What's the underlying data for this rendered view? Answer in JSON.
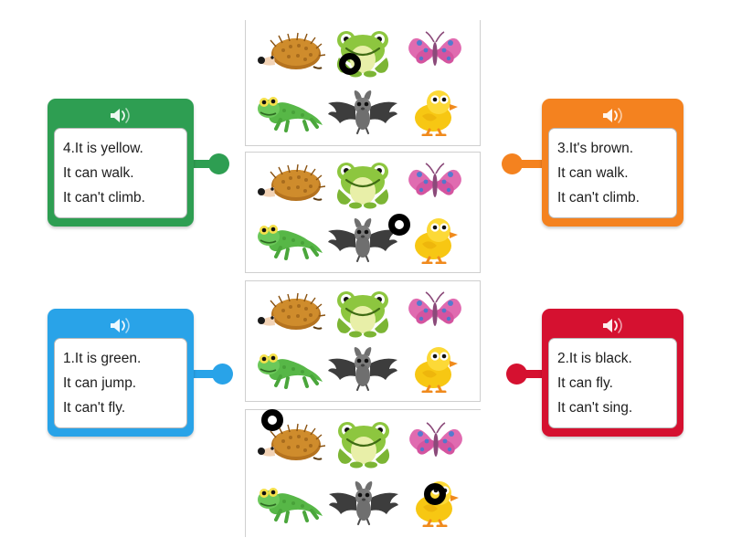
{
  "activity": {
    "type": "matching-pairs",
    "background_color": "#ffffff"
  },
  "cards": [
    {
      "id": "card-green",
      "color_name": "green",
      "color": "#2e9e52",
      "icon": "speaker-icon",
      "lines": [
        "4.It is yellow.",
        "It can walk.",
        "It can't climb."
      ],
      "side": "left",
      "connector": "connector-green"
    },
    {
      "id": "card-orange",
      "color_name": "orange",
      "color": "#f4821f",
      "icon": "speaker-icon",
      "lines": [
        "3.It's brown.",
        "It can walk.",
        "It can't climb."
      ],
      "side": "right",
      "connector": "connector-orange"
    },
    {
      "id": "card-blue",
      "color_name": "blue",
      "color": "#29a3e8",
      "icon": "speaker-icon",
      "lines": [
        "1.It is green.",
        "It can jump.",
        "It can't fly."
      ],
      "side": "left",
      "connector": "connector-blue"
    },
    {
      "id": "card-red",
      "color_name": "red",
      "color": "#d51130",
      "icon": "speaker-icon",
      "lines": [
        "2.It is black.",
        "It can fly.",
        "It can't sing."
      ],
      "side": "right",
      "connector": "connector-red"
    }
  ],
  "panels": [
    {
      "id": "panel-1",
      "animals": [
        "hedgehog",
        "frog",
        "butterfly",
        "lizard",
        "bat",
        "chick"
      ],
      "marker_on": "frog"
    },
    {
      "id": "panel-2",
      "animals": [
        "hedgehog",
        "frog",
        "butterfly",
        "lizard",
        "bat",
        "chick"
      ],
      "marker_on": "bat"
    },
    {
      "id": "panel-3",
      "animals": [
        "hedgehog",
        "frog",
        "butterfly",
        "lizard",
        "bat",
        "chick"
      ],
      "marker_on": null
    },
    {
      "id": "panel-4",
      "animals": [
        "hedgehog",
        "frog",
        "butterfly",
        "lizard",
        "bat",
        "chick"
      ],
      "marker_on": "hedgehog, chick"
    }
  ],
  "markers": [
    {
      "id": "marker-1",
      "panel": "panel-1",
      "target": "frog",
      "shape": "black-ring"
    },
    {
      "id": "marker-2",
      "panel": "panel-2",
      "target": "bat",
      "shape": "black-ring"
    },
    {
      "id": "marker-3",
      "panel": "panel-4",
      "target": "hedgehog",
      "shape": "black-ring"
    },
    {
      "id": "marker-4",
      "panel": "panel-4",
      "target": "chick",
      "shape": "black-ring"
    }
  ]
}
